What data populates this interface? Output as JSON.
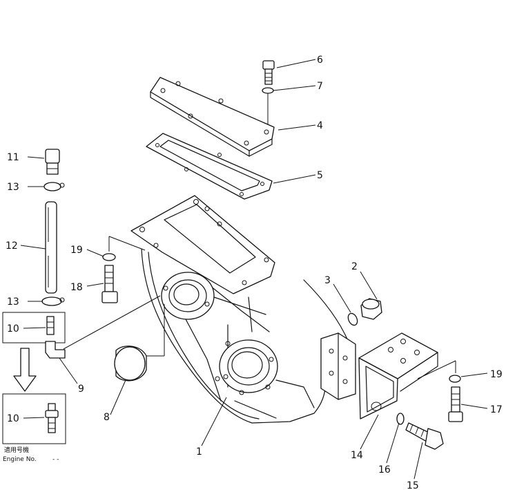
{
  "callouts": {
    "c1": "1",
    "c2": "2",
    "c3": "3",
    "c4": "4",
    "c5": "5",
    "c6": "6",
    "c7": "7",
    "c8": "8",
    "c9": "9",
    "c10a": "10",
    "c10b": "10",
    "c11": "11",
    "c12": "12",
    "c13a": "13",
    "c13b": "13",
    "c14": "14",
    "c15": "15",
    "c16": "16",
    "c17": "17",
    "c18": "18",
    "c19a": "19",
    "c19b": "19"
  },
  "applicability": {
    "label_jp": "適用号機",
    "label_en": "Engine No.",
    "range": "- -"
  }
}
